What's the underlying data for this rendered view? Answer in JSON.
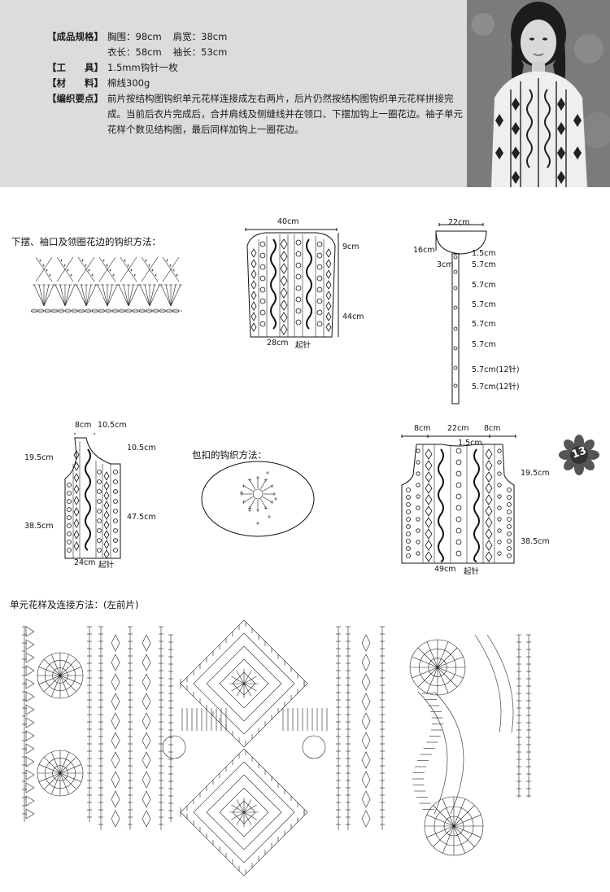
{
  "header": {
    "specs": [
      {
        "label": "【成品规格】",
        "items": [
          "胸围：98cm",
          "肩宽：38cm"
        ]
      },
      {
        "label": "",
        "items": [
          "衣长：58cm",
          "袖长：53cm"
        ]
      },
      {
        "label": "【工　　具】",
        "items": [
          "1.5mm钩针一枚"
        ]
      },
      {
        "label": "【材　　料】",
        "items": [
          "棉线300g"
        ]
      },
      {
        "label": "【编织要点】",
        "items": [
          "前片按结构图钩织单元花样连接成左右两片，后片仍然按结构图钩织单元花样拼接完成。当前后衣片完成后，合并肩线及侧缝线并在领口、下摆加钩上一圈花边。袖子单元花样个数见结构图，最后同样加钩上一圈花边。"
        ]
      }
    ]
  },
  "page_number": "13",
  "sections": {
    "edging_title": "下摆、袖口及领圈花边的钩织方法：",
    "button_title": "包扣的钩织方法：",
    "motif_title": "单元花样及连接方法：(左前片)"
  },
  "sleeve": {
    "top": "40cm",
    "cap": "9cm",
    "length": "44cm",
    "bottom": "28cm",
    "start": "起针"
  },
  "neck_strip": {
    "width": "22cm",
    "side": "16cm",
    "inner": "3cm",
    "first": "1.5cm",
    "segments": [
      "5.7cm",
      "5.7cm",
      "5.7cm",
      "5.7cm",
      "5.7cm",
      "5.7cm(12针)",
      "5.7cm(12针)"
    ]
  },
  "front_piece": {
    "top_left": "8cm",
    "top_right": "10.5cm",
    "upper": "19.5cm",
    "lower": "38.5cm",
    "neck_depth": "10.5cm",
    "side_length": "47.5cm",
    "bottom": "24cm",
    "start": "起针"
  },
  "back_piece": {
    "shoulder_left": "8cm",
    "neck": "22cm",
    "shoulder_right": "8cm",
    "neck_depth": "1.5cm",
    "upper": "19.5cm",
    "lower": "38.5cm",
    "bottom": "49cm",
    "start": "起针"
  }
}
